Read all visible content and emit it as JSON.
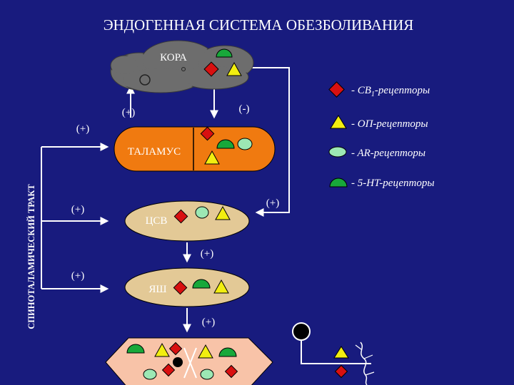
{
  "title": "ЭНДОГЕННАЯ СИСТЕМА ОБЕЗБОЛИВАНИЯ",
  "side_label": "СПИНОТАЛАМИЧЕСКИЙ ТРАКТ",
  "structures": {
    "cortex": "КОРА",
    "thalamus": "ТАЛАМУС",
    "csv": "ЦСВ",
    "yash": "ЯШ"
  },
  "signs": {
    "thalamus_to_cortex": "(+)",
    "cortex_to_thalamus": "(-)",
    "tract_to_thalamus": "(+)",
    "tract_to_csv": "(+)",
    "cortex_to_csv": "(+)",
    "csv_to_yash": "(+)",
    "tract_to_yash": "(+)",
    "yash_down": "(+)"
  },
  "legend": {
    "cb1": {
      "prefix": "- CB",
      "sub": "1",
      "suffix": "-рецепторы"
    },
    "op": "- ОП-рецепторы",
    "ar": "- AR-рецепторы",
    "ht5": "- 5-HT-рецепторы"
  },
  "colors": {
    "background": "#181b7e",
    "orange": "#f07a10",
    "tan": "#e3c996",
    "pink": "#f8c3a8",
    "cloud": "#6d6d6d",
    "red": "#d81010",
    "yellow": "#f2ee10",
    "green": "#18a83a",
    "light_green": "#9ce8b4",
    "line": "#ffffff"
  }
}
